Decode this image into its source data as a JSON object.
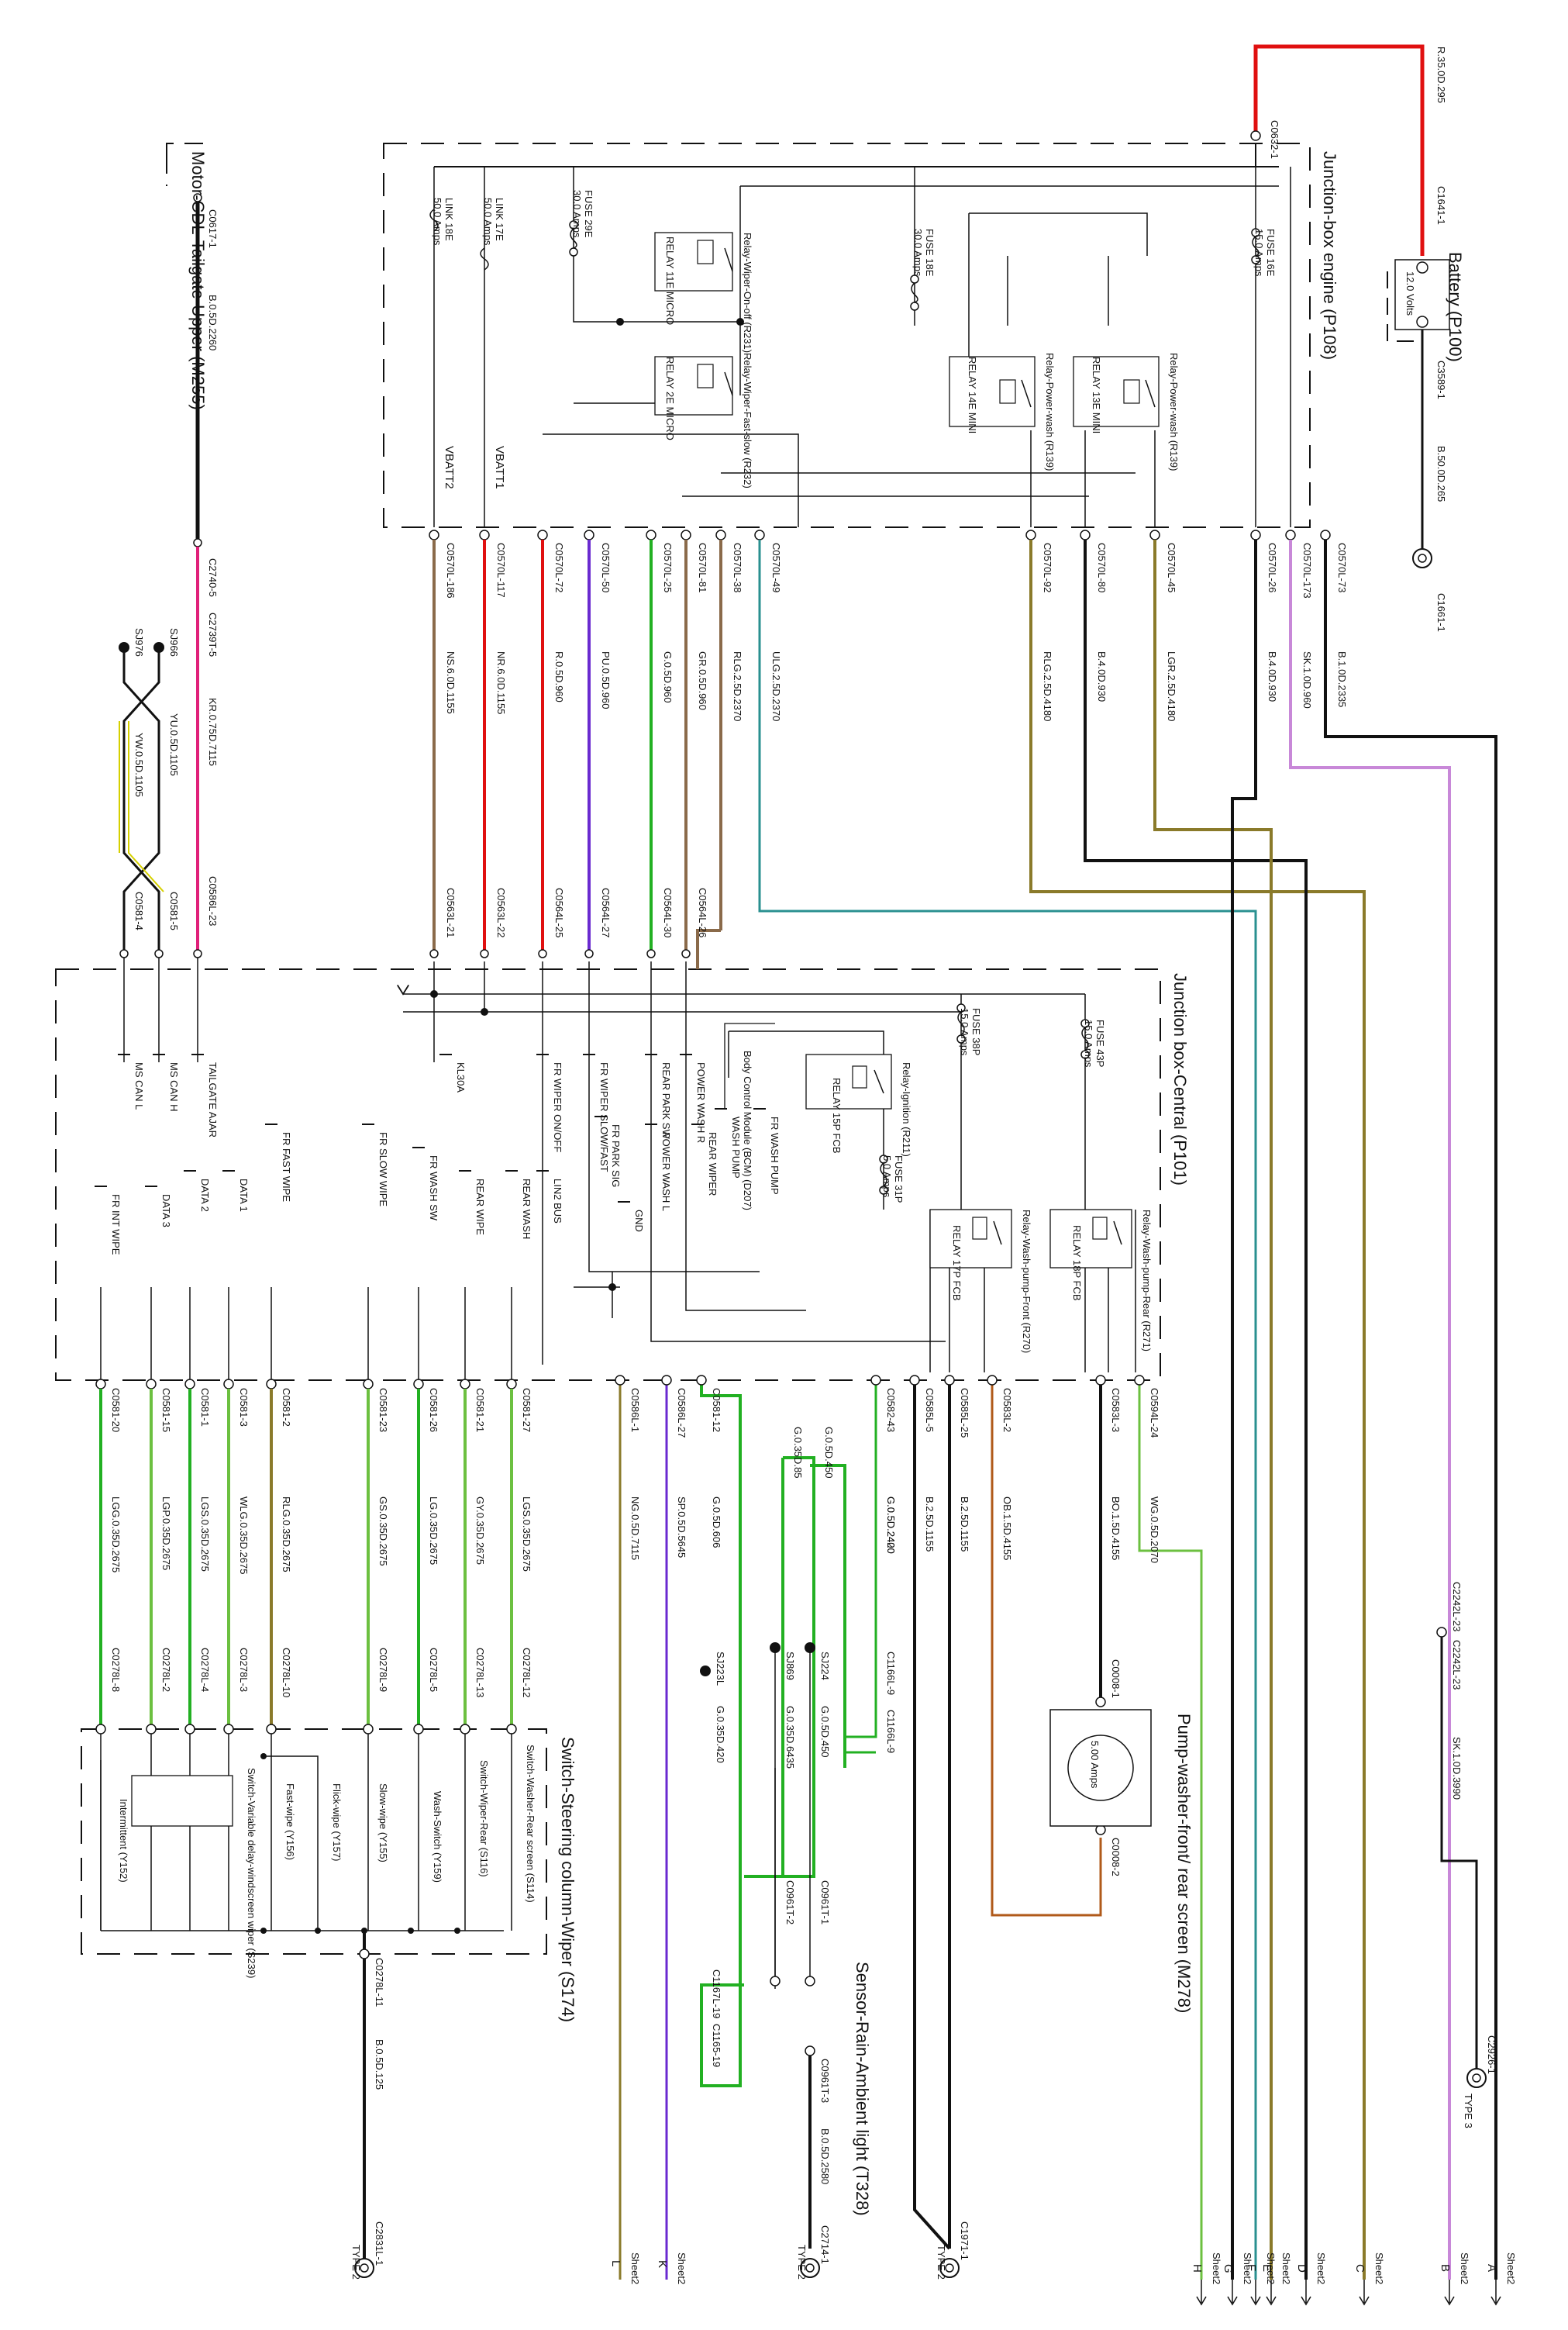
{
  "boxes": {
    "engine": "Junction-box engine (P108)",
    "central": "Junction box-Central (P101)",
    "tailgate": "Motor-CDL-Tailgate-Upper (M255)",
    "switch": "Switch-Steering column-Wiper (S174)",
    "battery": "Battery (P100)",
    "battery_volts": "12.0 Volts",
    "pump": "Pump-washer-front/ rear screen (M278)",
    "pump_rating": "5.00 Amps",
    "sensor": "Sensor-Rain-Ambient light (T328)",
    "bcm": "Body Control Module (BCM) (D207)"
  },
  "battery_wires": {
    "top_conn": "C0632-1",
    "top_wire": "R.35.0D.295",
    "batt_pos": "C1641-1",
    "batt_neg": "C3589-1",
    "ground_wire": "B.50.0D.265",
    "ground_conn": "C1661-1"
  },
  "engine_box": {
    "fuses": [
      {
        "name": "LINK 18E",
        "rating": "50.0 Amps"
      },
      {
        "name": "LINK 17E",
        "rating": "50.0 Amps"
      },
      {
        "name": "FUSE 29E",
        "rating": "30.0 Amps"
      },
      {
        "name": "FUSE 18E",
        "rating": "30.0 Amps"
      },
      {
        "name": "FUSE 16E",
        "rating": "15.0 Amps"
      }
    ],
    "relays": [
      {
        "name": "Relay-Wiper-On-off (R231)",
        "sub": "RELAY 11E MICRO"
      },
      {
        "name": "Relay-Wiper-Fast-slow (R232)",
        "sub": "RELAY 2E MICRO"
      },
      {
        "name": "Relay-Power-wash (R139)",
        "sub": "RELAY 14E MINI"
      },
      {
        "name": "Relay-Power-wash (R139)",
        "sub": "RELAY 13E MINI"
      }
    ],
    "rails": [
      "VBATT2",
      "VBATT1"
    ]
  },
  "engine_circuits": [
    {
      "conn": "C0570L-186",
      "wire": "NS.6.0D.1155",
      "end": "C0563L-21"
    },
    {
      "conn": "C0570L-117",
      "wire": "NR.6.0D.1155",
      "end": "C0563L-22"
    },
    {
      "conn": "C0570L-72",
      "wire": "R.0.5D.960",
      "end": "C0564L-25"
    },
    {
      "conn": "C0570L-50",
      "wire": "PU.0.5D.960",
      "end": "C0564L-27"
    },
    {
      "conn": "C0570L-25",
      "wire": "G.0.5D.960",
      "end": "C0564L-30"
    },
    {
      "conn": "C0570L-81",
      "wire": "GR.0.5D.960",
      "end": "C0564L-26"
    },
    {
      "conn": "C0570L-38",
      "wire": "RLG.2.5D.2370",
      "end": ""
    },
    {
      "conn": "C0570L-49",
      "wire": "ULG.2.5D.2370",
      "end": ""
    },
    {
      "conn": "C0570L-92",
      "wire": "RLG.2.5D.4180",
      "end": ""
    },
    {
      "conn": "C0570L-80",
      "wire": "B.4.0D.930",
      "end": ""
    },
    {
      "conn": "C0570L-45",
      "wire": "LGR.2.5D.4180",
      "end": ""
    },
    {
      "conn": "C0570L-26",
      "wire": "B.4.0D.930",
      "end": ""
    },
    {
      "conn": "C0570L-173",
      "wire": "SK.1.0D.960",
      "end": ""
    },
    {
      "conn": "C0570L-73",
      "wire": "B.1.0D.2335",
      "end": ""
    }
  ],
  "tailgate_wires": {
    "conn_top": "C0617-1",
    "wire_top": "B.0.5D.2260",
    "conn_mid1": "C2740-5",
    "conn_mid2": "C2739T-5",
    "wire_kr": "KR.0.75D.7115",
    "end_kr": "C0586L-23",
    "sj1": "SJ966",
    "sj2": "SJ976",
    "wire_yu": "YU.0.5D.1105",
    "wire_yw": "YW.0.5D.1105",
    "end_yu": "C0581-5",
    "end_yw": "C0581-4"
  },
  "central_box": {
    "fuses": [
      {
        "name": "FUSE 38P",
        "rating": "15.0 Amps"
      },
      {
        "name": "FUSE 43P",
        "rating": "15.0 Amps"
      },
      {
        "name": "FUSE 31P",
        "rating": "5.0 Amps"
      }
    ],
    "relays": [
      {
        "name": "Relay-Ignition (R211)",
        "sub": "RELAY 15P FCB"
      },
      {
        "name": "Relay-Wash-pump-Front (R270)",
        "sub": "RELAY 17P FCB"
      },
      {
        "name": "Relay-Wash-pump-Rear (R271)",
        "sub": "RELAY 18P FCB"
      }
    ],
    "signals": [
      "MS CAN L",
      "MS CAN H",
      "TAILGATE AJAR",
      "KL30A",
      "FR WIPER ON/OFF",
      "FR WIPER SLOW/FAST",
      "FR PARK SIG",
      "REAR PARK SW",
      "GND",
      "POWER WASH L",
      "POWER WASH R",
      "REAR WIPER",
      "WASH PUMP",
      "FR WASH PUMP",
      "FR INT WIPE",
      "DATA 3",
      "DATA 2",
      "DATA 1",
      "FR FAST WIPE",
      "FR SLOW WIPE",
      "FR WASH SW",
      "REAR WIPE",
      "REAR WASH",
      "LIN2 BUS"
    ]
  },
  "switch_circuits": [
    {
      "conn": "C0581-20",
      "wire": "LGG.0.35D.2675",
      "end": "C0278L-8"
    },
    {
      "conn": "C0581-15",
      "wire": "LGP.0.35D.2675",
      "end": "C0278L-2"
    },
    {
      "conn": "C0581-1",
      "wire": "LGS.0.35D.2675",
      "end": "C0278L-4"
    },
    {
      "conn": "C0581-3",
      "wire": "WLG.0.35D.2675",
      "end": "C0278L-3"
    },
    {
      "conn": "C0581-2",
      "wire": "RLG.0.35D.2675",
      "end": "C0278L-10"
    },
    {
      "conn": "C0581-23",
      "wire": "GS.0.35D.2675",
      "end": "C0278L-9"
    },
    {
      "conn": "C0581-26",
      "wire": "LG.0.35D.2675",
      "end": "C0278L-5"
    },
    {
      "conn": "C0581-21",
      "wire": "GY.0.35D.2675",
      "end": "C0278L-13"
    },
    {
      "conn": "C0581-27",
      "wire": "LGS.0.35D.2675",
      "end": "C0278L-12"
    }
  ],
  "switch_parts": [
    "Intermittent (Y152)",
    "Switch-Variable delay-windscreen wiper (S239)",
    "Fast-wipe (Y156)",
    "Flick-wipe (Y157)",
    "Slow-wipe (Y155)",
    "Wash-Switch (Y159)",
    "Switch-Wiper-Rear (S116)",
    "Switch-Washer-Rear screen (S114)"
  ],
  "switch_ground": {
    "conn": "C0278L-11",
    "wire": "B.0.5D.125",
    "end": "C2831L-1",
    "type": "TYPE 2"
  },
  "lower_circuits": [
    {
      "conn": "C0586L-1",
      "wire": "NG.0.5D.7115",
      "dest": "Sheet2",
      "letter": "L"
    },
    {
      "conn": "C0586L-27",
      "wire": "SP.0.5D.5645",
      "dest": "Sheet2",
      "letter": "K"
    },
    {
      "conn": "C0581-12",
      "wire": "G.0.5D.606"
    },
    {
      "conn": "C0582-43",
      "wire": "G.0.5D.2400"
    },
    {
      "conn": "C0585L-5",
      "wire": "B.2.5D.1155"
    },
    {
      "conn": "C0585L-25",
      "wire": "B.2.5D.1155"
    },
    {
      "conn": "C0583L-2",
      "wire": "OB.1.5D.4155"
    },
    {
      "conn": "C0583L-3",
      "wire": "BO.1.5D.4155"
    },
    {
      "conn": "C0594L-24",
      "wire": "WG.0.5D.2070"
    }
  ],
  "sensor_wires": {
    "sj1": "SJ223L",
    "w1": "G.0.35D.85",
    "w1b": "G.0.35D.420",
    "sj2": "SJ869",
    "w2": "G.0.35D.6435",
    "sj3": "SJ224",
    "w3": "G.0.5D.450",
    "wire_2420": "G.0.5D.2420",
    "c1": "C1166L-9",
    "c1b": "C1166L-9",
    "c2": "C1167L-19",
    "c2b": "C1165-19",
    "s1": "C0961T-1",
    "s2": "C0961T-2",
    "s3": "C0961T-3",
    "gnd_wire": "B.0.5D.2580",
    "gnd_conn": "C2714-1",
    "gnd_type": "TYPE 2"
  },
  "pump_wires": {
    "c1": "C0008-1",
    "c2": "C0008-2"
  },
  "splice_right": {
    "c1": "C2242L-23",
    "c2": "C2242L-23",
    "wire": "SK.1.0D.3990",
    "end": "C2926-1",
    "type": "TYPE 3"
  },
  "ground_bottom": {
    "conn": "C1971-1",
    "type": "TYPE 2"
  },
  "sheet_labels": [
    {
      "sheet": "Sheet2",
      "letter": "A"
    },
    {
      "sheet": "Sheet2",
      "letter": "B"
    },
    {
      "sheet": "Sheet2",
      "letter": "C"
    },
    {
      "sheet": "Sheet2",
      "letter": "D"
    },
    {
      "sheet": "Sheet2",
      "letter": "E"
    },
    {
      "sheet": "Sheet2",
      "letter": "F"
    },
    {
      "sheet": "Sheet2",
      "letter": "G"
    },
    {
      "sheet": "Sheet2",
      "letter": "H"
    }
  ],
  "wire_colors": {
    "black": "#111111",
    "red": "#e01010",
    "pink": "#e0207a",
    "green": "#22b022",
    "lgreen": "#6cc040",
    "brown": "#8a6a4a",
    "purple": "#6a2ad0",
    "olive": "#8a7a2a",
    "teal": "#2a9090",
    "orange": "#b05a1a",
    "lilac": "#c888d8",
    "gray": "#777777",
    "yellow": "#d6d000"
  }
}
